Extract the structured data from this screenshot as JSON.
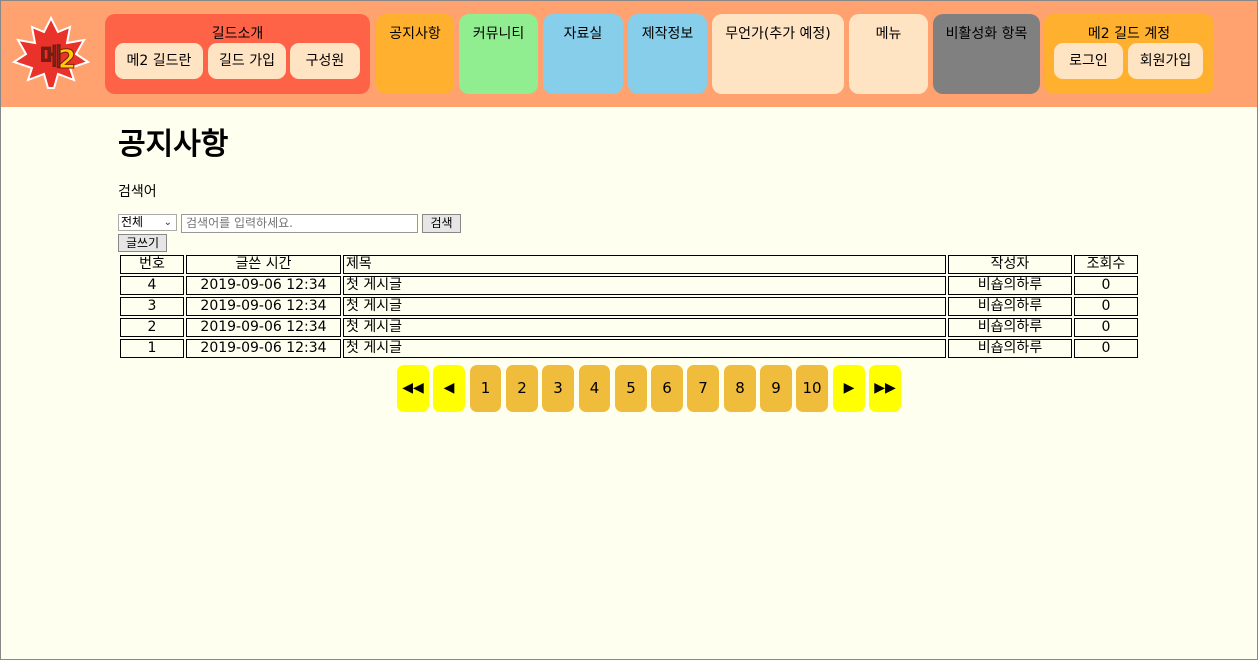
{
  "header": {
    "logo_text": "메2",
    "menus": [
      {
        "id": "guild-intro",
        "title": "길드소개",
        "color": "#ff6347",
        "subitems": [
          "메2 길드란",
          "길드 가입",
          "구성원"
        ]
      },
      {
        "id": "notice",
        "title": "공지사항",
        "color": "#ffb02e"
      },
      {
        "id": "community",
        "title": "커뮤니티",
        "color": "#90ee90"
      },
      {
        "id": "archive",
        "title": "자료실",
        "color": "#87ceeb"
      },
      {
        "id": "production",
        "title": "제작정보",
        "color": "#87ceeb"
      },
      {
        "id": "muonga",
        "title": "무언가(추가 예정)",
        "color": "#ffe4c4"
      },
      {
        "id": "menu",
        "title": "메뉴",
        "color": "#ffe4c4"
      },
      {
        "id": "disabled",
        "title": "비활성화 항목",
        "color": "#808080"
      },
      {
        "id": "account",
        "title": "메2 길드 계정",
        "color": "#ffb02e",
        "subitems": [
          "로그인",
          "회원가입"
        ]
      }
    ]
  },
  "page": {
    "title": "공지사항",
    "search_label": "검색어",
    "filter_selected": "전체",
    "search_placeholder": "검색어를 입력하세요.",
    "search_button": "검색",
    "write_button": "글쓰기"
  },
  "table": {
    "headers": [
      "번호",
      "글쓴 시간",
      "제목",
      "작성자",
      "조회수"
    ],
    "rows": [
      [
        "4",
        "2019-09-06 12:34",
        "첫 게시글",
        "비숍의하루",
        "0"
      ],
      [
        "3",
        "2019-09-06 12:34",
        "첫 게시글",
        "비숍의하루",
        "0"
      ],
      [
        "2",
        "2019-09-06 12:34",
        "첫 게시글",
        "비숍의하루",
        "0"
      ],
      [
        "1",
        "2019-09-06 12:34",
        "첫 게시글",
        "비숍의하루",
        "0"
      ]
    ]
  },
  "pagination": {
    "first": "◀◀",
    "prev": "◀",
    "pages": [
      "1",
      "2",
      "3",
      "4",
      "5",
      "6",
      "7",
      "8",
      "9",
      "10"
    ],
    "next": "▶",
    "last": "▶▶"
  }
}
